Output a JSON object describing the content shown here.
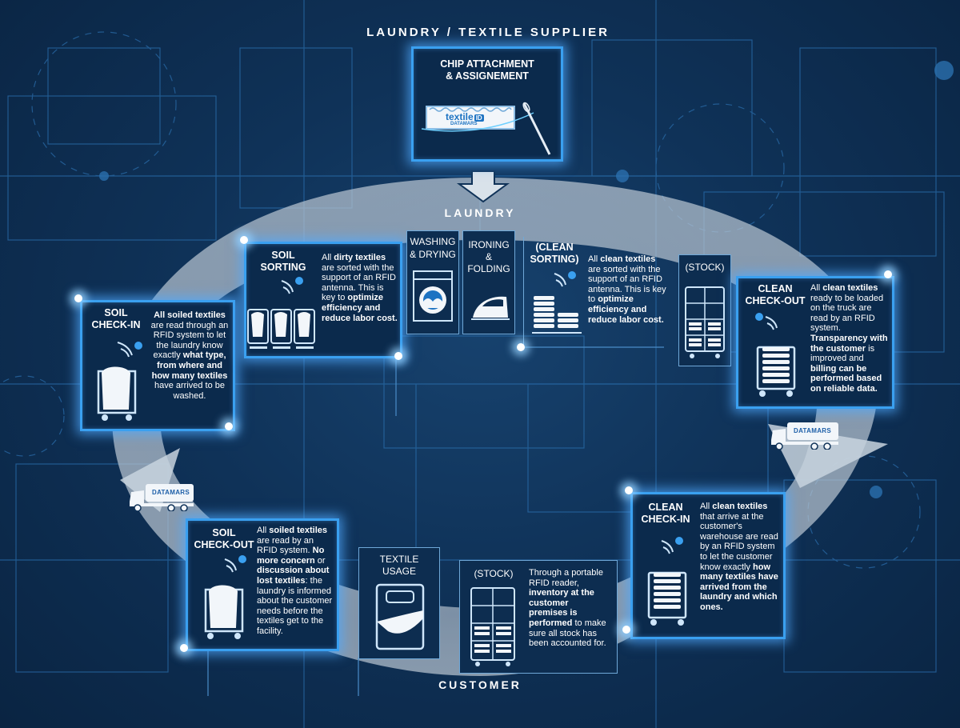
{
  "headings": {
    "supplier": "LAUNDRY / TEXTILE SUPPLIER",
    "laundry": "LAUNDRY",
    "customer": "CUSTOMER"
  },
  "chip": {
    "title_l1": "CHIP ATTACHMENT",
    "title_l2": "& ASSIGNEMENT",
    "label_brand": "textile",
    "label_badge": "ID",
    "label_sub": "DATAMARS"
  },
  "soil_checkin": {
    "title_l1": "SOIL",
    "title_l2": "CHECK-IN",
    "parts": [
      {
        "t": "All soiled textiles",
        "b": true
      },
      {
        "t": " are read through an RFID system to let the laundry know exactly ",
        "b": false
      },
      {
        "t": "what type, from where and how many textiles",
        "b": true
      },
      {
        "t": " have arrived to be washed.",
        "b": false
      }
    ]
  },
  "soil_sorting": {
    "title_l1": "SOIL",
    "title_l2": "SORTING",
    "parts": [
      {
        "t": "All ",
        "b": false
      },
      {
        "t": "dirty textiles",
        "b": true
      },
      {
        "t": " are sorted with the support of an RFID antenna. This is key to ",
        "b": false
      },
      {
        "t": "optimize efficiency and reduce labor cost.",
        "b": true
      }
    ]
  },
  "washing": {
    "l1": "WASHING",
    "l2": "& DRYING"
  },
  "ironing": {
    "l1": "IRONING",
    "l2": "&",
    "l3": "FOLDING"
  },
  "clean_sorting": {
    "title_l1": "(CLEAN",
    "title_l2": "SORTING)",
    "parts": [
      {
        "t": "All ",
        "b": false
      },
      {
        "t": "clean textiles",
        "b": true
      },
      {
        "t": " are sorted with the support of an RFID antenna. This is key to ",
        "b": false
      },
      {
        "t": "optimize efficiency and reduce labor cost.",
        "b": true
      }
    ]
  },
  "stock_top": {
    "label": "(STOCK)"
  },
  "clean_checkout": {
    "title_l1": "CLEAN",
    "title_l2": "CHECK-OUT",
    "parts": [
      {
        "t": "All ",
        "b": false
      },
      {
        "t": "clean textiles",
        "b": true
      },
      {
        "t": " ready to be loaded on the truck are read by an RFID system. ",
        "b": false
      },
      {
        "t": "Transparency with the customer",
        "b": true
      },
      {
        "t": " is improved and ",
        "b": false
      },
      {
        "t": "billing can be performed based on reliable data.",
        "b": true
      }
    ]
  },
  "clean_checkin": {
    "title_l1": "CLEAN",
    "title_l2": "CHECK-IN",
    "parts": [
      {
        "t": "All ",
        "b": false
      },
      {
        "t": "clean textiles",
        "b": true
      },
      {
        "t": " that arrive at the customer's warehouse are read by an RFID system to let the customer know exactly ",
        "b": false
      },
      {
        "t": "how many textiles have arrived from the laundry and which ones.",
        "b": true
      }
    ]
  },
  "soil_checkout": {
    "title_l1": "SOIL",
    "title_l2": "CHECK-OUT",
    "parts": [
      {
        "t": "All ",
        "b": false
      },
      {
        "t": "soiled textiles",
        "b": true
      },
      {
        "t": " are read by an RFID system. ",
        "b": false
      },
      {
        "t": "No more concern",
        "b": true
      },
      {
        "t": " or ",
        "b": false
      },
      {
        "t": "discussion about lost textiles",
        "b": true
      },
      {
        "t": ": the laundry is informed about the customer needs before the textiles get to the facility.",
        "b": false
      }
    ]
  },
  "textile_usage": {
    "l1": "TEXTILE",
    "l2": "USAGE"
  },
  "stock_bottom": {
    "label": "(STOCK)",
    "parts": [
      {
        "t": "Through a portable RFID reader, ",
        "b": false
      },
      {
        "t": "inventory at the customer premises is performed",
        "b": true
      },
      {
        "t": " to make sure all stock has been accounted for.",
        "b": false
      }
    ]
  },
  "trucks": {
    "right": "DATAMARS",
    "left": "DATAMARS"
  },
  "colors": {
    "glow": "#3aa0f0",
    "background": "#0f3258",
    "ring": "#c8d3de"
  }
}
